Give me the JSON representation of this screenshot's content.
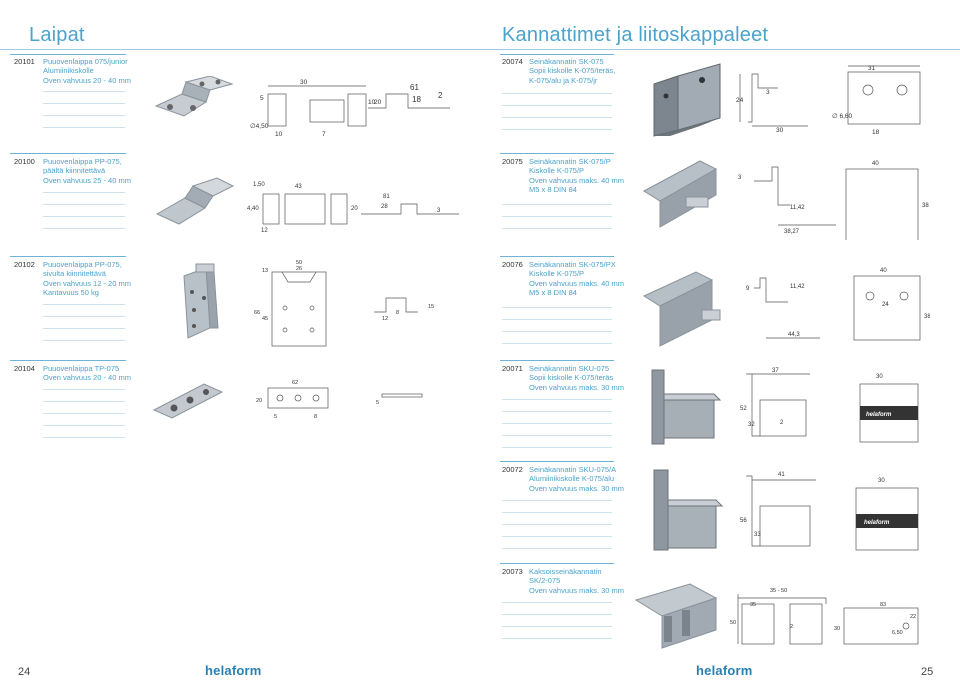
{
  "left_page": {
    "title": "Laipat",
    "page_number": "24",
    "brand": "helaform",
    "items": [
      {
        "code": "20101",
        "lines": [
          "Puuovenlaippa 075/junior",
          "Alumiinikiskolle",
          "Oven vahvuus 20 - 40 mm"
        ],
        "dims": {
          "a": "30",
          "b": "61",
          "c": "18",
          "d": "2",
          "e": "10",
          "f": "7",
          "g": "5",
          "h": "10",
          "i": "20",
          "j": "∅4,50"
        }
      },
      {
        "code": "20100",
        "lines": [
          "Puuovenlaippa PP-075,",
          "päältä kiinnitettävä",
          "Oven vahvuus 25 - 40 mm"
        ],
        "dims": {
          "a": "43",
          "b": "81",
          "c": "28",
          "d": "20",
          "e": "12",
          "f": "1,50",
          "g": "4,40",
          "h": "3"
        }
      },
      {
        "code": "20102",
        "lines": [
          "Puuovenlaippa PP-075,",
          "sivulta kiinnitettävä",
          "Oven vahvuus 12 - 20 mm",
          "Kantavuus 50 kg"
        ],
        "dims": {
          "a": "50",
          "b": "26",
          "c": "13",
          "d": "66",
          "e": "45",
          "f": "12",
          "g": "8",
          "h": "15"
        }
      },
      {
        "code": "20104",
        "lines": [
          "Puuovenlaippa TP-075",
          "Oven vahvuus 20 - 40 mm"
        ],
        "dims": {
          "a": "62",
          "b": "20",
          "c": "5",
          "d": "8",
          "e": "5"
        }
      }
    ]
  },
  "right_page": {
    "title": "Kannattimet ja liitoskappaleet",
    "page_number": "25",
    "brand": "helaform",
    "items": [
      {
        "code": "20074",
        "lines": [
          "Seinäkannatin SK-075",
          "Sopii kiskolle K-075/teräs,",
          "K-075/alu ja K-075/jr"
        ],
        "dims": {
          "a": "31",
          "b": "24",
          "c": "3",
          "d": "30",
          "e": "18",
          "f": "∅ 6,60"
        }
      },
      {
        "code": "20075",
        "lines": [
          "Seinäkannatin SK-075/P",
          "Kiskolle K-075/P",
          "Oven vahvuus maks. 40 mm",
          "M5 x 8 DIN 84"
        ],
        "dims": {
          "a": "40",
          "b": "3",
          "c": "11,42",
          "d": "38,27",
          "e": "38"
        }
      },
      {
        "code": "20076",
        "lines": [
          "Seinäkannatin SK-075/PX",
          "Kiskolle K-075/P",
          "Oven vahvuus maks. 40 mm",
          "M5 x 8 DIN 84"
        ],
        "dims": {
          "a": "40",
          "b": "9",
          "c": "11,42",
          "d": "24",
          "e": "38",
          "f": "44,3"
        }
      },
      {
        "code": "20071",
        "lines": [
          "Seinäkannatin SKU-075",
          "Sopii kiskolle K-075/teräs",
          "Oven vahvuus maks. 30 mm"
        ],
        "dims": {
          "a": "37",
          "b": "30",
          "c": "52",
          "d": "32",
          "e": "2",
          "f": "helaform"
        }
      },
      {
        "code": "20072",
        "lines": [
          "Seinäkannatin SKU-075/A",
          "Alumiinikiskolle K-075/alu",
          "Oven vahvuus maks. 30 mm"
        ],
        "dims": {
          "a": "41",
          "b": "30",
          "c": "56",
          "d": "33",
          "e": "helaform"
        }
      },
      {
        "code": "20073",
        "lines": [
          "Kaksoisseinäkannatin",
          "SK/2-075",
          "Oven vahvuus maks. 30 mm"
        ],
        "dims": {
          "a": "35 - 50",
          "b": "35",
          "c": "50",
          "d": "83",
          "e": "22",
          "f": "30",
          "g": "2",
          "h": "6,50"
        }
      }
    ]
  },
  "colors": {
    "accent": "#4aa3cc",
    "rule": "#6fb4d6",
    "line": "#cfe3ee",
    "metal": "#9aa3ab"
  }
}
